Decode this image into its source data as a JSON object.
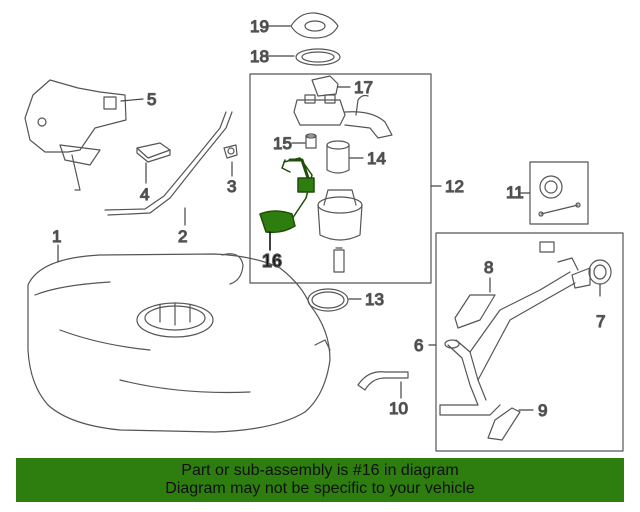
{
  "callouts": {
    "c1": "1",
    "c2": "2",
    "c3": "3",
    "c4": "4",
    "c5": "5",
    "c6": "6",
    "c7": "7",
    "c8": "8",
    "c9": "9",
    "c10": "10",
    "c11": "11",
    "c12": "12",
    "c13": "13",
    "c14": "14",
    "c15": "15",
    "c16": "16",
    "c17": "17",
    "c18": "18",
    "c19": "19"
  },
  "highlight": {
    "part": "16",
    "color": "#2e7d0f"
  },
  "banner": {
    "line1": "Part or sub-assembly is #16 in diagram",
    "line2": "Diagram may not be specific to your vehicle",
    "color": "#2e7d0f"
  }
}
